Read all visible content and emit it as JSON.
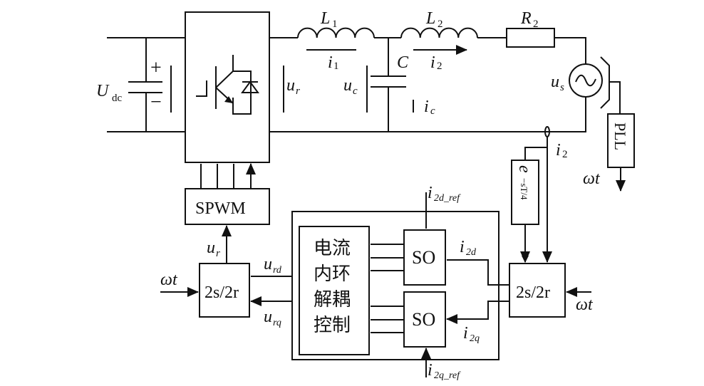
{
  "labels": {
    "udc": "U",
    "udc_sub": "dc",
    "plus": "+",
    "minus": "−",
    "l1": "L",
    "l1_sub": "1",
    "l2": "L",
    "l2_sub": "2",
    "r2": "R",
    "r2_sub": "2",
    "c": "C",
    "i1": "i",
    "i1_sub": "1",
    "i2": "i",
    "i2_sub": "2",
    "ic": "i",
    "ic_sub": "c",
    "uc": "u",
    "uc_sub": "c",
    "ur": "u",
    "ur_sub": "r",
    "us": "u",
    "us_sub": "s",
    "i2s": "i",
    "i2s_sub": "2",
    "pll": "PLL",
    "wt1": "ωt",
    "delay": "e",
    "delay_sup": "−sT/4",
    "spwm": "SPWM",
    "ur2": "u",
    "ur2_sub": "r",
    "wt2": "ωt",
    "s2r_left": "2s/2r",
    "s2r_right": "2s/2r",
    "wt3": "ωt",
    "urd": "u",
    "urd_sub": "rd",
    "urq": "u",
    "urq_sub": "rq",
    "ctrl": [
      "电流",
      "内环",
      "解耦",
      "控制"
    ],
    "so1": "SO",
    "so2": "SO",
    "i2d": "i",
    "i2d_sub": "2d",
    "i2q": "i",
    "i2q_sub": "2q",
    "i2dref": "i",
    "i2dref_sub": "2d_ref",
    "i2qref": "i",
    "i2qref_sub": "2q_ref"
  }
}
